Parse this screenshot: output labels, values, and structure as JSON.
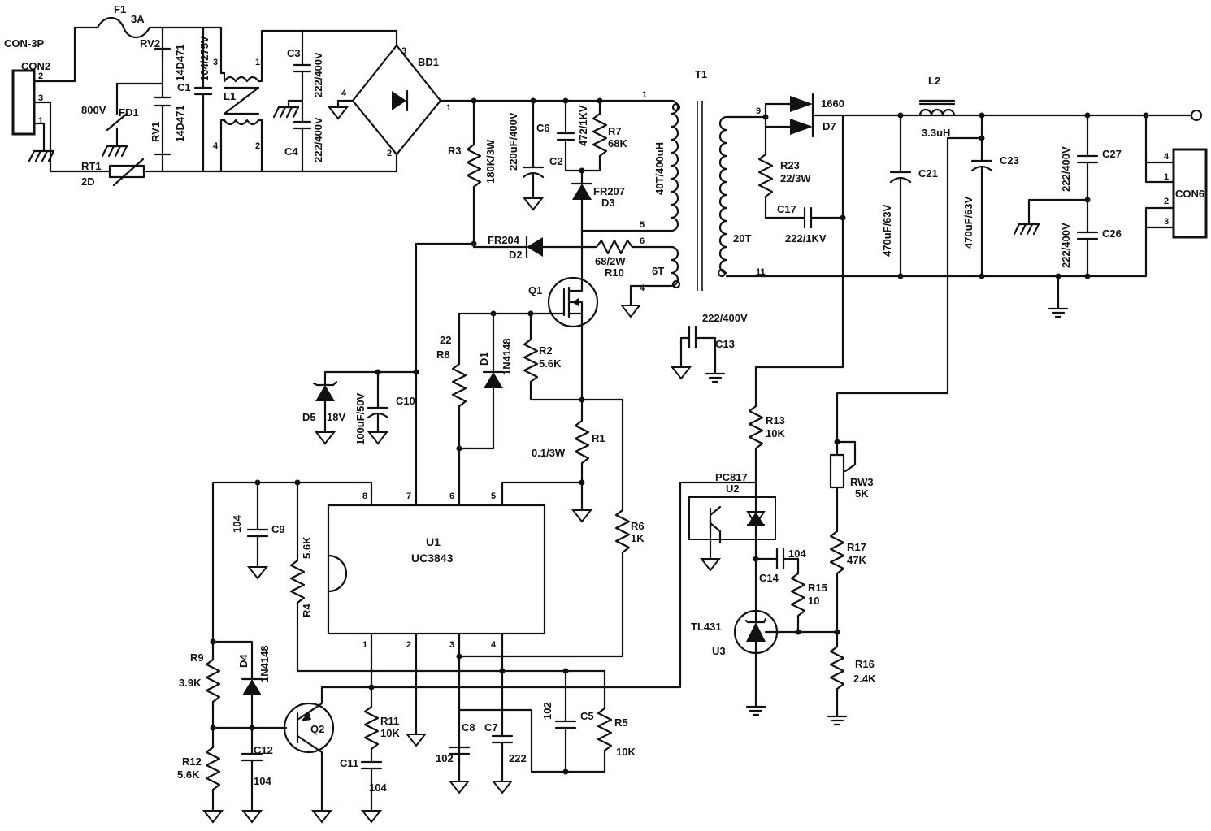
{
  "labels": {
    "con3p": "CON-3P",
    "con2": "CON2",
    "f1": "F1",
    "f1v": "3A",
    "rv2": "RV2",
    "rv2v": "14D471",
    "c1cap": "104/275V",
    "c1": "C1",
    "rv1": "RV1",
    "rv1v": "14D471",
    "fd1v": "800V",
    "fd1": "FD1",
    "rt1": "RT1",
    "rt1v": "2D",
    "l1": "L1",
    "c3": "C3",
    "c4": "C4",
    "c3v": "222/400V",
    "c4v": "222/400V",
    "bd1": "BD1",
    "r3": "R3",
    "r3v": "180K/3W",
    "c6v": "220uF/400V",
    "c6": "C6",
    "c2": "C2",
    "c2v": "472/1KV",
    "r7": "R7",
    "r7v": "68K",
    "d3": "D3",
    "d3p": "FR207",
    "t1": "T1",
    "t1p": "40T/400uH",
    "d2p": "FR204",
    "d2": "D2",
    "r10v": "68/2W",
    "r10": "R10",
    "t6": "6T",
    "q1": "Q1",
    "c13v": "222/400V",
    "c13": "C13",
    "r8v": "22",
    "r8": "R8",
    "d1": "D1",
    "d1p": "1N4148",
    "r2": "R2",
    "r2v": "5.6K",
    "r1": "R1",
    "r1v": "0.1/3W",
    "d5": "D5",
    "d5v": "18V",
    "c10v": "100uF/50V",
    "c10": "C10",
    "r6": "R6",
    "r6v": "1K",
    "c9v": "104",
    "c9": "C9",
    "r4v": "5.6K",
    "r4": "R4",
    "u1": "U1",
    "u1p": "UC3843",
    "r9": "R9",
    "r9v": "3.9K",
    "d4": "D4",
    "d4p": "1N4148",
    "q2": "Q2",
    "c12": "C12",
    "c12v": "104",
    "r12": "R12",
    "r12v": "5.6K",
    "r11": "R11",
    "r11v": "10K",
    "c11": "C11",
    "c11v": "104",
    "c8": "C8",
    "c8v": "102",
    "c7": "C7",
    "c7v": "222",
    "c5v1": "102",
    "c5": "C5",
    "r5": "R5",
    "r5v": "10K",
    "d7p": "1660",
    "d7": "D7",
    "r23": "R23",
    "r23v": "22/3W",
    "c17": "C17",
    "c17v": "222/1KV",
    "t20": "20T",
    "l2": "L2",
    "l2v": "3.3uH",
    "c21v": "470uF/63V",
    "c21": "C21",
    "c23v": "470uF/63V",
    "c23": "C23",
    "c27v": "222/400V",
    "c27": "C27",
    "c26v": "222/400V",
    "c26": "C26",
    "con6": "CON6",
    "r13": "R13",
    "r13v": "10K",
    "pc817": "PC817",
    "u2": "U2",
    "c14": "C14",
    "c14v": "104",
    "r15": "R15",
    "r15v": "10",
    "tl431": "TL431",
    "u3": "U3",
    "rw3": "RW3",
    "rw3v": "5K",
    "r17": "R17",
    "r17v": "47K",
    "r16": "R16",
    "r16v": "2.4K"
  },
  "pins": {
    "con2_2": "2",
    "con2_3": "3",
    "con2_1": "1",
    "l1_3": "3",
    "l1_1": "1",
    "l1_4": "4",
    "l1_2": "2",
    "bd_3": "3",
    "bd_4": "4",
    "bd_1": "1",
    "bd_2": "2",
    "t1_1": "1",
    "t1_5": "5",
    "t1_6": "6",
    "t1_4": "4",
    "t1_9": "9",
    "t1_11": "11",
    "u1_8": "8",
    "u1_7": "7",
    "u1_6": "6",
    "u1_5": "5",
    "u1_1": "1",
    "u1_2": "2",
    "u1_3": "3",
    "u1_4": "4",
    "con6_4": "4",
    "con6_1": "1",
    "con6_2": "2",
    "con6_3": "3"
  }
}
